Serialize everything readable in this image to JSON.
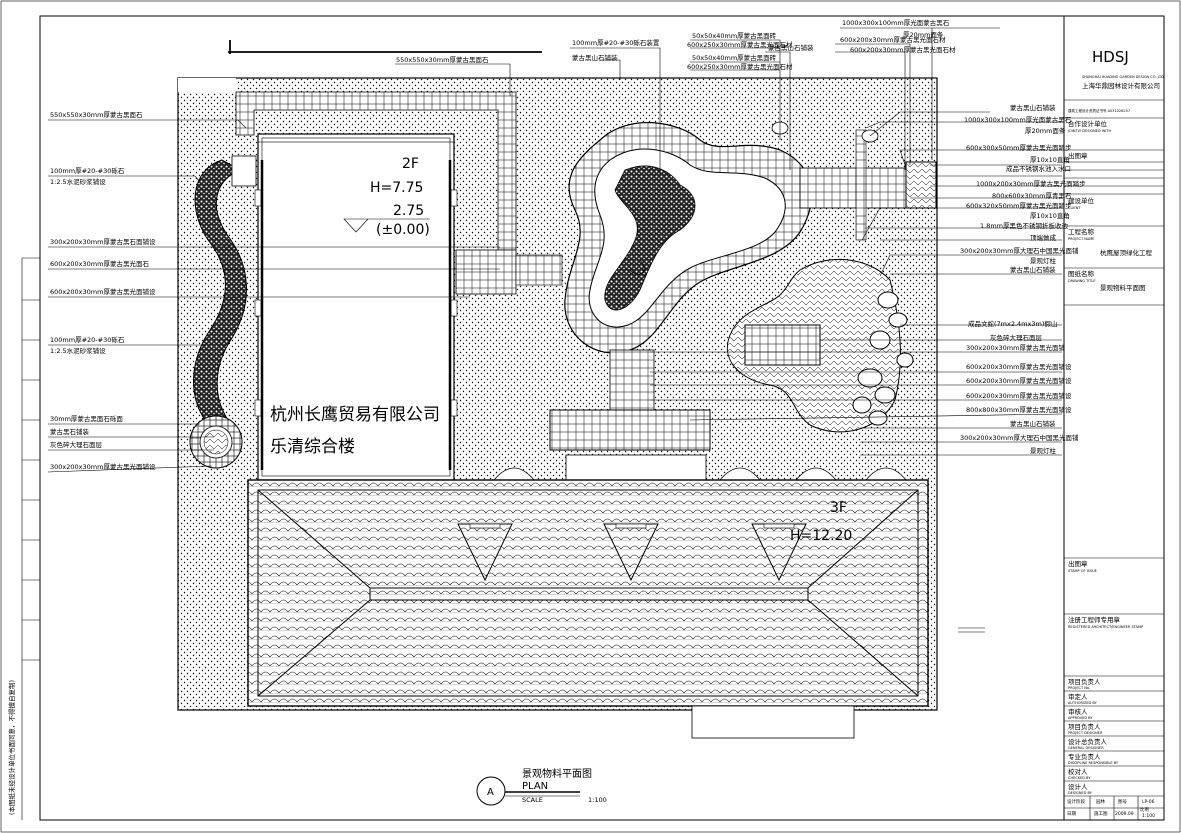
{
  "title_block": {
    "firm_logo": "HDSJ",
    "firm_name_en": "SHANGHAI HUADING GARDEN DESIGN CO.,LTD",
    "firm_name_cn": "上海华鼎园林设计有限公司",
    "cert_no": "建筑工程设计资质证书号 A031026257",
    "cooperator_label": "合作设计单位",
    "cooperator_en": "JOINTLY DESIGNED WITH",
    "stamp_label": "出图章",
    "client_label": "建设单位",
    "client_en": "CLIENT",
    "project_label": "工程名称",
    "project_en": "PROJECT NAME",
    "project_name": "杭鹰屋顶绿化工程",
    "drawing_title_label": "图纸名称",
    "drawing_title_en": "DRAWING TITLE",
    "drawing_title": "景观物料平面图",
    "seal_label": "出图章",
    "seal_en": "STAMP OF ISSUE",
    "reg_seal_label": "注册工程师专用章",
    "reg_seal_en": "REGISTERED ARCHITECT/ENGINEER STAMP",
    "rows": [
      {
        "cn": "项目负责人",
        "en": "PROJECT No."
      },
      {
        "cn": "审定人",
        "en": "AUTHORIZED BY"
      },
      {
        "cn": "审核人",
        "en": "APPROVED BY"
      },
      {
        "cn": "项目负责人",
        "en": "PROJECT DESIGNER"
      },
      {
        "cn": "设计总负责人",
        "en": "GENERAL DESIGNER"
      },
      {
        "cn": "专业负责人",
        "en": "DISCIPLINE RESPONSIBLE BY"
      },
      {
        "cn": "校对人",
        "en": "CHECKED BY"
      },
      {
        "cn": "设计人",
        "en": "DESIGNED BY"
      }
    ],
    "footer": {
      "phase_label": "设计阶段",
      "phase_value": "园林",
      "no_label": "图号",
      "no_value": "施工图",
      "drawing_no": "LP-06",
      "date_label": "日期",
      "date_value": "2009.09",
      "scale_label": "比例",
      "scale_value": "1:100"
    }
  },
  "left_strip_note": "(本图纸未经设计单位书面同意，不得擅自复制)",
  "plan": {
    "building_2f_floor": "2F",
    "building_2f_height": "H=7.75",
    "level_value": "2.75",
    "level_ref": "(±0.00)",
    "building_name_1": "杭州长鹰贸易有限公司",
    "building_name_2": "乐清综合楼",
    "building_3f_floor": "3F",
    "building_3f_height": "H=12.20"
  },
  "title_label": {
    "marker": "A",
    "title_cn": "景观物料平面图",
    "title_en": "PLAN",
    "scale_label": "SCALE",
    "scale_value": "1:100"
  },
  "callouts_top": [
    "1000x300x100mm厚光面蒙古黑石",
    "100mm厚#20-#30砾石装置",
    "50x50x40mm厚蒙古黑面砖",
    "600x250x30mm厚蒙古黑光面石材",
    "50x50x40mm厚蒙古黑面砖",
    "600x250x30mm厚蒙古黑光面石材",
    "蒙古黑山石铺装",
    "蒙古黑山石铺装",
    "厚20mm面条",
    "600x200x30mm厚蒙古黑光面石材",
    "600x200x30mm厚蒙古黑光面石材",
    "550x550x30mm厚蒙古黑面石"
  ],
  "callouts_left": [
    "550x550x30mm厚蒙古黑面石",
    "100mm厚#20-#30砾石",
    "1:2.5水泥砂浆铺设",
    "300x200x30mm厚蒙古黑石面铺设",
    "600x200x30mm厚蒙古黑光面石",
    "600x200x30mm厚蒙古黑光面铺设",
    "100mm厚#20-#30砾石",
    "1:2.5水泥砂浆铺设",
    "30mm厚蒙古黑面石砾面",
    "蒙古黑石铺装",
    "灰色碎大理石面层",
    "300x200x30mm厚蒙古黑光面铺设"
  ],
  "callouts_right": [
    "蒙古黑山石铺装",
    "1000x300x100mm厚光面蒙古黑石",
    "厚20mm面条",
    "600x300x50mm厚蒙古黑光面踏步",
    "厚10x10直角",
    "成品不锈钢水池入水口",
    "1000x200x30mm厚蒙古黑光面踏步",
    "800x600x30mm厚青黑石",
    "600x320x50mm厚蒙古黑光面踏步",
    "厚10x10直角",
    "1.8mm厚黑色不锈钢折板收边",
    "顶端做成",
    "300x200x30mm厚大理石中国黑光面铺",
    "景观灯柱",
    "蒙古黑山石铺装",
    "成品文蛇(7mx2.4mx3m)假山",
    "灰色碎大理石面层",
    "300x200x30mm厚蒙古黑光面铺",
    "600x200x30mm厚蒙古黑光面铺设",
    "600x200x30mm厚蒙古黑光面铺设",
    "600x200x30mm厚蒙古黑光面铺设",
    "800x800x30mm厚蒙古黑光面铺设",
    "蒙古黑山石铺装",
    "300x200x30mm厚大理石中国黑光面铺",
    "景观灯柱"
  ]
}
